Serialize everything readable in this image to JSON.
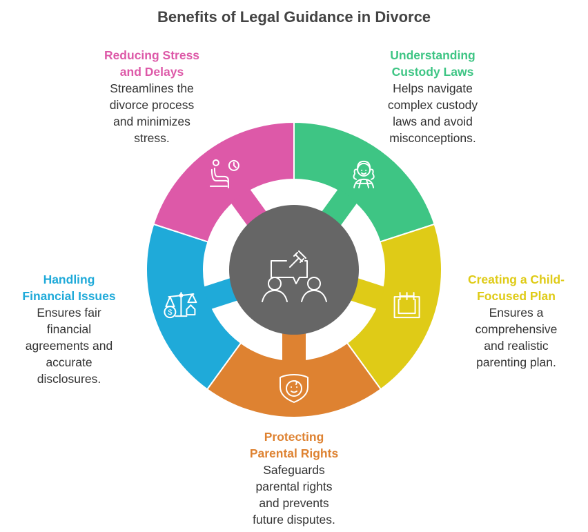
{
  "title": "Benefits of Legal Guidance in Divorce",
  "center_icon": "gavel-speech-two-people-icon",
  "center_color": "#666666",
  "segments": [
    {
      "id": "custody",
      "heading": [
        "Understanding",
        "Custody Laws"
      ],
      "body": [
        "Helps navigate",
        "complex custody",
        "laws and avoid",
        "misconceptions."
      ],
      "color": "#3EC584",
      "icon": "judge-wig-icon"
    },
    {
      "id": "plan",
      "heading": [
        "Creating a Child-",
        "Focused Plan"
      ],
      "body": [
        "Ensures a",
        "comprehensive",
        "and realistic",
        "parenting plan."
      ],
      "color": "#DFCB17",
      "icon": "calendar-icon"
    },
    {
      "id": "rights",
      "heading": [
        "Protecting",
        "Parental Rights"
      ],
      "body": [
        "Safeguards",
        "parental rights",
        "and prevents",
        "future disputes."
      ],
      "color": "#DE8231",
      "icon": "child-shield-icon"
    },
    {
      "id": "financial",
      "heading": [
        "Handling",
        "Financial Issues"
      ],
      "body": [
        "Ensures fair",
        "financial",
        "agreements and",
        "accurate",
        "disclosures."
      ],
      "color": "#1FAAD9",
      "icon": "scales-money-house-icon"
    },
    {
      "id": "stress",
      "heading": [
        "Reducing Stress",
        "and Delays"
      ],
      "body": [
        "Streamlines the",
        "divorce process",
        "and minimizes",
        "stress."
      ],
      "color": "#DD59A8",
      "icon": "waiting-person-clock-icon"
    }
  ]
}
